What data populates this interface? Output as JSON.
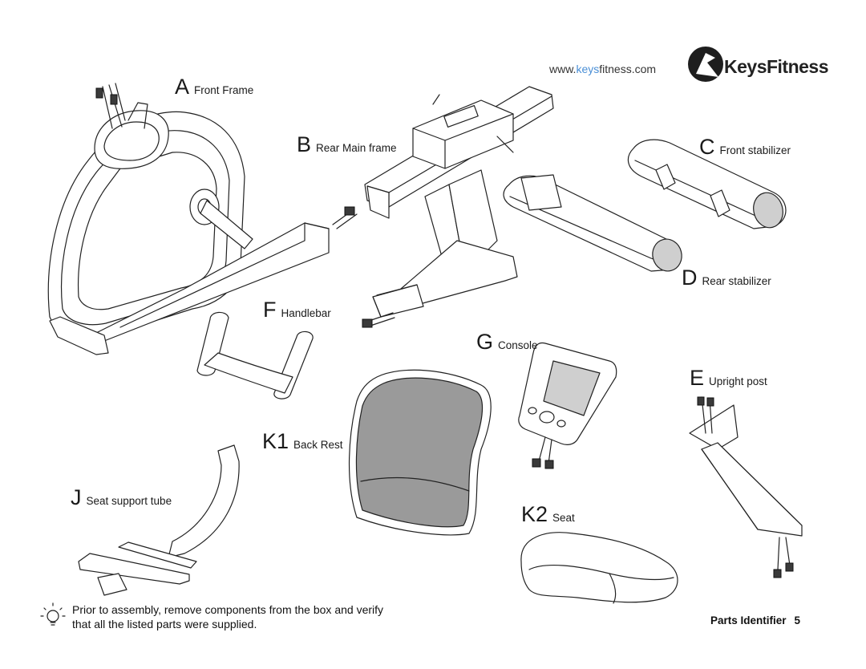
{
  "header": {
    "url_prefix": "www.",
    "url_keyword": "keys",
    "url_suffix": "fitness.com",
    "brand_keys": "Keys",
    "brand_fitness": "Fitness"
  },
  "parts": [
    {
      "letter": "A",
      "name": "Front Frame"
    },
    {
      "letter": "B",
      "name": "Rear Main frame"
    },
    {
      "letter": "C",
      "name": "Front stabilizer"
    },
    {
      "letter": "D",
      "name": "Rear stabilizer"
    },
    {
      "letter": "F",
      "name": "Handlebar"
    },
    {
      "letter": "G",
      "name": "Console"
    },
    {
      "letter": "E",
      "name": "Upright post"
    },
    {
      "letter": "K1",
      "name": "Back Rest"
    },
    {
      "letter": "J",
      "name": "Seat support tube"
    },
    {
      "letter": "K2",
      "name": "Seat"
    }
  ],
  "note": {
    "line1": "Prior to assembly, remove components from the box and verify",
    "line2": "that all the listed parts were supplied."
  },
  "footer": {
    "section": "Parts Identifier",
    "page_number": "5"
  }
}
